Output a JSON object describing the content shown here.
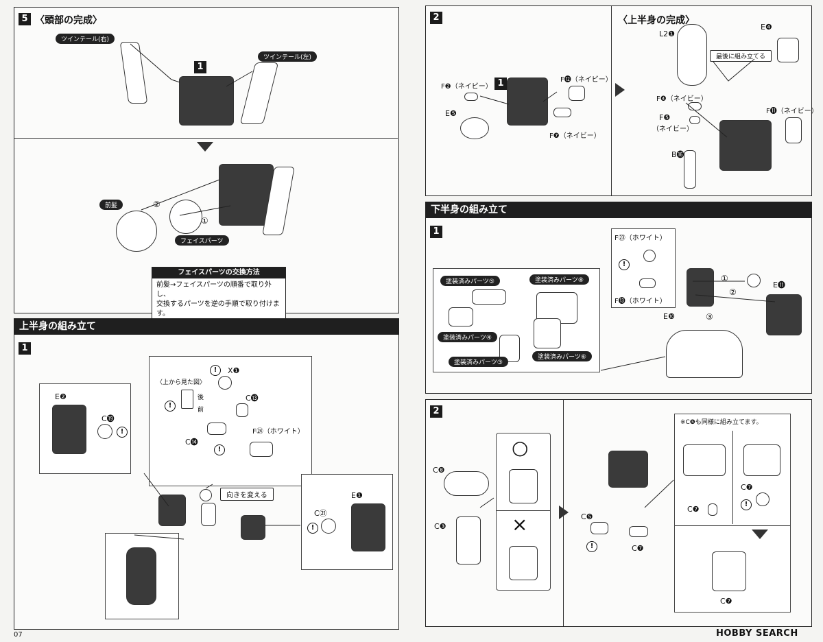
{
  "page_number": "07",
  "left": {
    "head_section": {
      "step": "5",
      "title": "〈頭部の完成〉",
      "labels": {
        "twin_right": "ツインテール(右)",
        "twin_left": "ツインテール(左)",
        "step1": "1",
        "bangs": "前髪",
        "face": "フェイスパーツ",
        "n1": "①",
        "n2": "②"
      },
      "note": {
        "heading": "フェイスパーツの交換方法",
        "line1": "前髪→フェイスパーツの順番で取り外し、",
        "line2": "交換するパーツを逆の手順で取り付けます。"
      }
    },
    "upper_body": {
      "bar_title": "上半身の組み立て",
      "step": "1",
      "labels": {
        "e2": "E❷",
        "c19": "C⓳",
        "x1": "X❶",
        "c13": "C⓭",
        "c14": "C⓮",
        "f24": "F㉔（ホワイト）",
        "top_view": "〈上から見た図〉",
        "back": "後",
        "front": "前",
        "turn": "向きを変える",
        "e1": "E❶",
        "c21": "C㉑"
      }
    }
  },
  "right": {
    "upper_complete": {
      "step": "2",
      "title": "〈上半身の完成〉",
      "labels": {
        "f2": "F❷（ネイビー）",
        "step1": "1",
        "f12": "F⓬（ネイビー）",
        "e5": "E❺",
        "f7": "F❼（ネイビー）",
        "l2_1": "L2❶",
        "e4": "E❹",
        "last": "最後に組み立てる",
        "f4": "F❹（ネイビー）",
        "f11": "F⓫（ネイビー）",
        "f5": "F❺",
        "navy": "（ネイビー）",
        "b16": "B⓰"
      }
    },
    "lower_body": {
      "bar_title": "下半身の組み立て",
      "step": "1",
      "labels": {
        "p5": "塗装済みパーツ⑤",
        "p8": "塗装済みパーツ⑧",
        "p4": "塗装済みパーツ④",
        "p3": "塗装済みパーツ③",
        "p6": "塗装済みパーツ⑥",
        "f23": "F㉓（ホワイト）",
        "f13": "F⓭（ホワイト）",
        "e11": "E⓫",
        "e10": "E❿",
        "n1": "①",
        "n2": "②",
        "n3": "③"
      }
    },
    "lower_step2": {
      "step": "2",
      "labels": {
        "c8": "C❽",
        "c3": "C❸",
        "ok": "○",
        "ng": "×",
        "c5": "C❺",
        "c7": "C❼",
        "note": "※C❺も同様に組み立てます。"
      }
    },
    "logo": "HOBBY SEARCH"
  }
}
